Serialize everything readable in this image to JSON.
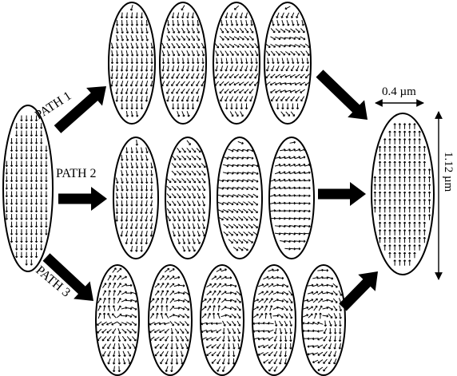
{
  "figure": {
    "path_labels": [
      "PATH 1",
      "PATH 2",
      "PATH 3"
    ],
    "width_label": "0.4 µm",
    "height_label": "1.12 µm"
  },
  "paths": [
    {
      "name": "PATH 1",
      "element_count": 4
    },
    {
      "name": "PATH 2",
      "element_count": 4
    },
    {
      "name": "PATH 3",
      "element_count": 5
    }
  ],
  "initial_state": "down",
  "final_state": "up"
}
